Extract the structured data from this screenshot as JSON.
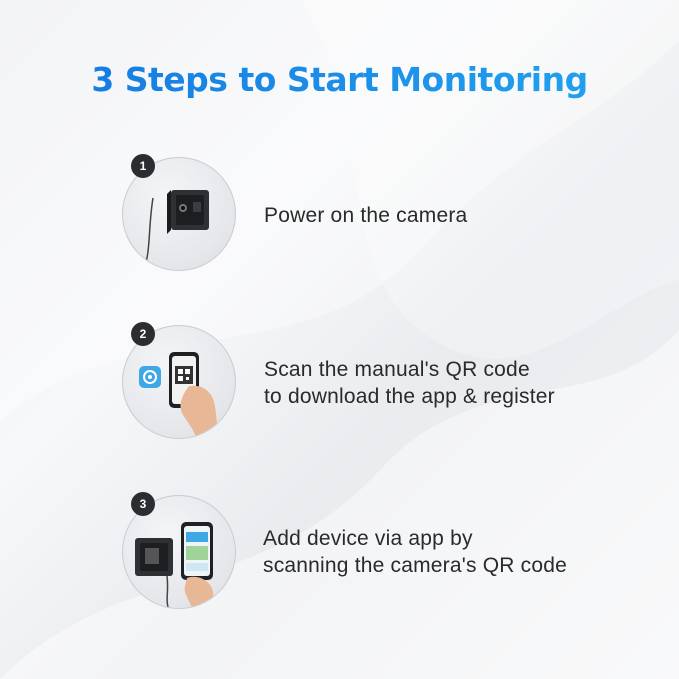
{
  "title": "3 Steps to Start Monitoring",
  "steps": [
    {
      "number": "1",
      "line1": "Power on the camera",
      "line2": "",
      "icon": "camera-icon"
    },
    {
      "number": "2",
      "line1": "Scan the manual's QR code",
      "line2": "to download the app & register",
      "icon": "phone-qr-icon"
    },
    {
      "number": "3",
      "line1": "Add device via app by",
      "line2": "scanning the camera's QR code",
      "icon": "camera-phone-icon"
    }
  ],
  "colors": {
    "title_start": "#1477e0",
    "title_end": "#23a6f0",
    "badge": "#2b2d31",
    "text": "#2a2a2a"
  }
}
